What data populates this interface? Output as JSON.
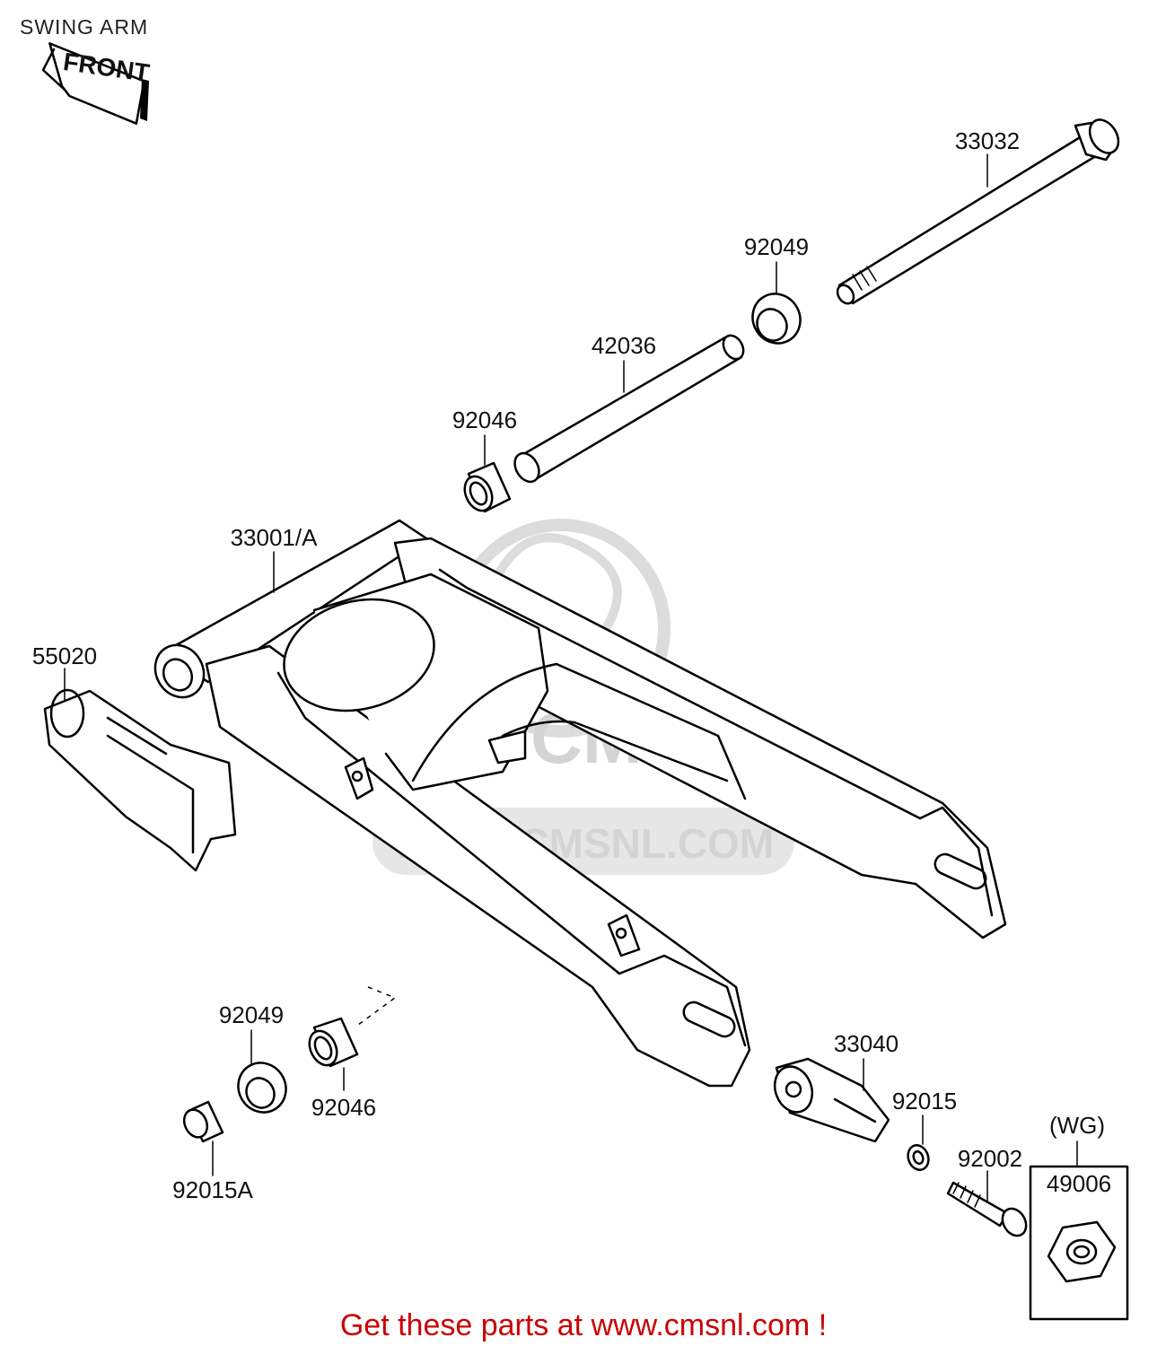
{
  "diagram": {
    "title": "SWING ARM",
    "front_label": "FRONT",
    "watermark_url": "WWW.CMSNL.COM",
    "watermark_logo_text": "CMS",
    "footer": "Get these parts at www.cmsnl.com !",
    "variant_label": "(WG)",
    "parts": {
      "p33032": "33032",
      "p92049_top": "92049",
      "p42036": "42036",
      "p92046_top": "92046",
      "p33001A": "33001/A",
      "p55020": "55020",
      "p92049_bottom": "92049",
      "p92046_bottom": "92046",
      "p92015A": "92015A",
      "p33040": "33040",
      "p92015": "92015",
      "p92002": "92002",
      "p49006": "49006"
    }
  }
}
